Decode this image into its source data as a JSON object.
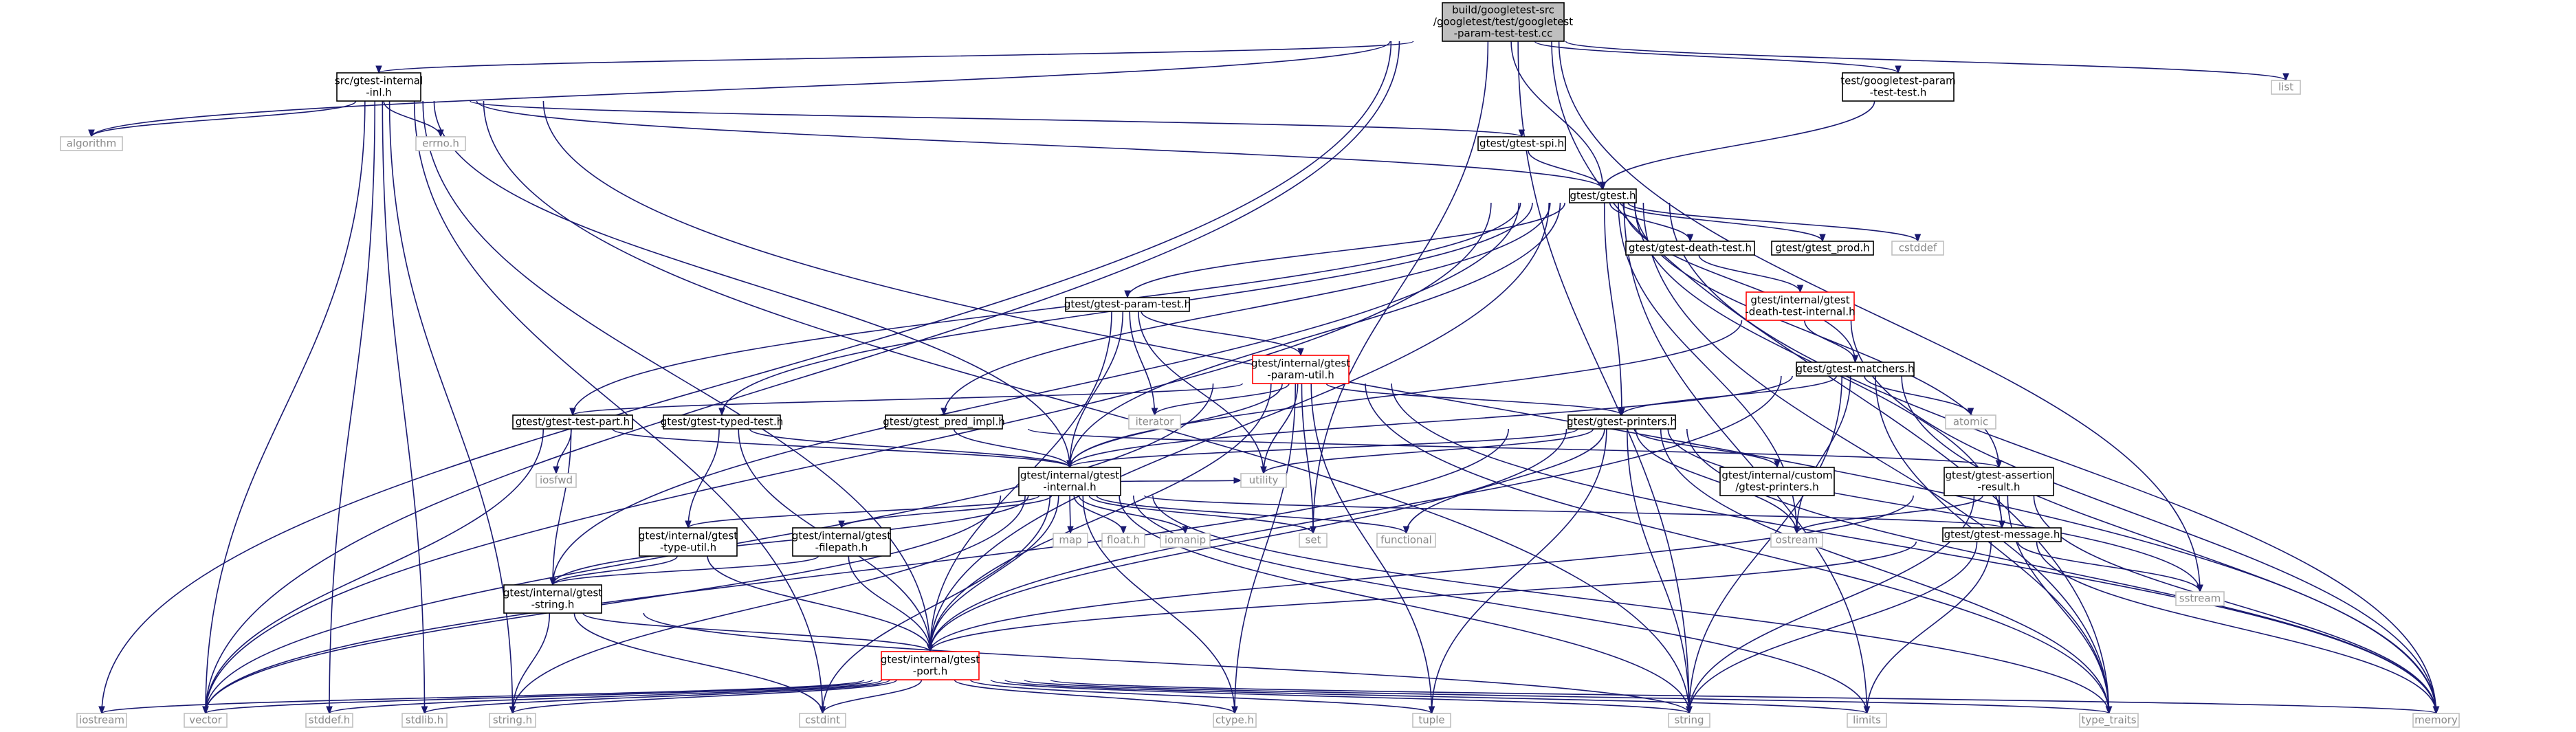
{
  "graph": {
    "colors": {
      "edge": "#191970",
      "root_fill": "#bfbfbf",
      "root_border": "#000000",
      "local_border": "#000000",
      "truncated_border": "#ff0000",
      "system_border": "#bfbfbf",
      "system_text": "#8a8a8a"
    },
    "nodes": [
      {
        "id": "root",
        "kind": "root",
        "lines": [
          "build/googletest-src",
          "/googletest/test/googletest",
          "-param-test-test.cc"
        ]
      },
      {
        "id": "inl",
        "kind": "local",
        "lines": [
          "src/gtest-internal",
          "-inl.h"
        ]
      },
      {
        "id": "ptt",
        "kind": "local",
        "lines": [
          "test/googletest-param",
          "-test-test.h"
        ]
      },
      {
        "id": "list",
        "kind": "system",
        "lines": [
          "list"
        ]
      },
      {
        "id": "algorithm",
        "kind": "system",
        "lines": [
          "algorithm"
        ]
      },
      {
        "id": "errno",
        "kind": "system",
        "lines": [
          "errno.h"
        ]
      },
      {
        "id": "spi",
        "kind": "local",
        "lines": [
          "gtest/gtest-spi.h"
        ]
      },
      {
        "id": "gtest",
        "kind": "local",
        "lines": [
          "gtest/gtest.h"
        ]
      },
      {
        "id": "deathtest",
        "kind": "local",
        "lines": [
          "gtest/gtest-death-test.h"
        ]
      },
      {
        "id": "prod",
        "kind": "local",
        "lines": [
          "gtest/gtest_prod.h"
        ]
      },
      {
        "id": "cstddef",
        "kind": "system",
        "lines": [
          "cstddef"
        ]
      },
      {
        "id": "dti",
        "kind": "truncated",
        "lines": [
          "gtest/internal/gtest",
          "-death-test-internal.h"
        ]
      },
      {
        "id": "paramtest",
        "kind": "local",
        "lines": [
          "gtest/gtest-param-test.h"
        ]
      },
      {
        "id": "matchers",
        "kind": "local",
        "lines": [
          "gtest/gtest-matchers.h"
        ]
      },
      {
        "id": "paramutil",
        "kind": "truncated",
        "lines": [
          "gtest/internal/gtest",
          "-param-util.h"
        ]
      },
      {
        "id": "iterator",
        "kind": "system",
        "lines": [
          "iterator"
        ]
      },
      {
        "id": "atomic",
        "kind": "system",
        "lines": [
          "atomic"
        ]
      },
      {
        "id": "testpart",
        "kind": "local",
        "lines": [
          "gtest/gtest-test-part.h"
        ]
      },
      {
        "id": "typedtest",
        "kind": "local",
        "lines": [
          "gtest/gtest-typed-test.h"
        ]
      },
      {
        "id": "predimpl",
        "kind": "local",
        "lines": [
          "gtest/gtest_pred_impl.h"
        ]
      },
      {
        "id": "printers",
        "kind": "local",
        "lines": [
          "gtest/gtest-printers.h"
        ]
      },
      {
        "id": "iosfwd",
        "kind": "system",
        "lines": [
          "iosfwd"
        ]
      },
      {
        "id": "internal",
        "kind": "local",
        "lines": [
          "gtest/internal/gtest",
          "-internal.h"
        ]
      },
      {
        "id": "utility",
        "kind": "system",
        "lines": [
          "utility"
        ]
      },
      {
        "id": "custom",
        "kind": "local",
        "lines": [
          "gtest/internal/custom",
          "/gtest-printers.h"
        ]
      },
      {
        "id": "assertion",
        "kind": "local",
        "lines": [
          "gtest/gtest-assertion",
          "-result.h"
        ]
      },
      {
        "id": "typeutil",
        "kind": "local",
        "lines": [
          "gtest/internal/gtest",
          "-type-util.h"
        ]
      },
      {
        "id": "filepath",
        "kind": "local",
        "lines": [
          "gtest/internal/gtest",
          "-filepath.h"
        ]
      },
      {
        "id": "map",
        "kind": "system",
        "lines": [
          "map"
        ]
      },
      {
        "id": "floath",
        "kind": "system",
        "lines": [
          "float.h"
        ]
      },
      {
        "id": "iomanip",
        "kind": "system",
        "lines": [
          "iomanip"
        ]
      },
      {
        "id": "set",
        "kind": "system",
        "lines": [
          "set"
        ]
      },
      {
        "id": "functional",
        "kind": "system",
        "lines": [
          "functional"
        ]
      },
      {
        "id": "ostream",
        "kind": "system",
        "lines": [
          "ostream"
        ]
      },
      {
        "id": "message",
        "kind": "local",
        "lines": [
          "gtest/gtest-message.h"
        ]
      },
      {
        "id": "sstream",
        "kind": "system",
        "lines": [
          "sstream"
        ]
      },
      {
        "id": "string_int",
        "kind": "local",
        "lines": [
          "gtest/internal/gtest",
          "-string.h"
        ]
      },
      {
        "id": "port",
        "kind": "truncated",
        "lines": [
          "gtest/internal/gtest",
          "-port.h"
        ]
      },
      {
        "id": "iostream",
        "kind": "system",
        "lines": [
          "iostream"
        ]
      },
      {
        "id": "vector",
        "kind": "system",
        "lines": [
          "vector"
        ]
      },
      {
        "id": "stddefh",
        "kind": "system",
        "lines": [
          "stddef.h"
        ]
      },
      {
        "id": "stdlibh",
        "kind": "system",
        "lines": [
          "stdlib.h"
        ]
      },
      {
        "id": "stringh",
        "kind": "system",
        "lines": [
          "string.h"
        ]
      },
      {
        "id": "cstdint",
        "kind": "system",
        "lines": [
          "cstdint"
        ]
      },
      {
        "id": "ctype",
        "kind": "system",
        "lines": [
          "ctype.h"
        ]
      },
      {
        "id": "tuple",
        "kind": "system",
        "lines": [
          "tuple"
        ]
      },
      {
        "id": "string",
        "kind": "system",
        "lines": [
          "string"
        ]
      },
      {
        "id": "limits",
        "kind": "system",
        "lines": [
          "limits"
        ]
      },
      {
        "id": "type_traits",
        "kind": "system",
        "lines": [
          "type_traits"
        ]
      },
      {
        "id": "memory",
        "kind": "system",
        "lines": [
          "memory"
        ]
      }
    ],
    "edges": [
      [
        "root",
        "inl"
      ],
      [
        "root",
        "ptt"
      ],
      [
        "root",
        "list"
      ],
      [
        "root",
        "algorithm"
      ],
      [
        "root",
        "gtest"
      ],
      [
        "root",
        "set"
      ],
      [
        "root",
        "sstream"
      ],
      [
        "root",
        "vector"
      ],
      [
        "root",
        "iostream"
      ],
      [
        "root",
        "string"
      ],
      [
        "root",
        "type_traits"
      ],
      [
        "inl",
        "algorithm"
      ],
      [
        "inl",
        "errno"
      ],
      [
        "inl",
        "spi"
      ],
      [
        "inl",
        "gtest"
      ],
      [
        "inl",
        "memory"
      ],
      [
        "inl",
        "string"
      ],
      [
        "inl",
        "vector"
      ],
      [
        "inl",
        "stddefh"
      ],
      [
        "inl",
        "stdlibh"
      ],
      [
        "inl",
        "stringh"
      ],
      [
        "inl",
        "cstdint"
      ],
      [
        "inl",
        "internal"
      ],
      [
        "inl",
        "port"
      ],
      [
        "ptt",
        "gtest"
      ],
      [
        "spi",
        "gtest"
      ],
      [
        "gtest",
        "cstddef"
      ],
      [
        "gtest",
        "deathtest"
      ],
      [
        "gtest",
        "prod"
      ],
      [
        "gtest",
        "paramtest"
      ],
      [
        "gtest",
        "matchers"
      ],
      [
        "gtest",
        "testpart"
      ],
      [
        "gtest",
        "typedtest"
      ],
      [
        "gtest",
        "predimpl"
      ],
      [
        "gtest",
        "printers"
      ],
      [
        "gtest",
        "internal"
      ],
      [
        "gtest",
        "assertion"
      ],
      [
        "gtest",
        "message"
      ],
      [
        "gtest",
        "string_int"
      ],
      [
        "gtest",
        "port"
      ],
      [
        "gtest",
        "vector"
      ],
      [
        "gtest",
        "memory"
      ],
      [
        "gtest",
        "limits"
      ],
      [
        "gtest",
        "ostream"
      ],
      [
        "gtest",
        "type_traits"
      ],
      [
        "deathtest",
        "dti"
      ],
      [
        "dti",
        "matchers"
      ],
      [
        "dti",
        "internal"
      ],
      [
        "dti",
        "memory"
      ],
      [
        "paramtest",
        "paramutil"
      ],
      [
        "paramtest",
        "iterator"
      ],
      [
        "paramtest",
        "utility"
      ],
      [
        "paramtest",
        "internal"
      ],
      [
        "paramtest",
        "port"
      ],
      [
        "matchers",
        "printers"
      ],
      [
        "matchers",
        "internal"
      ],
      [
        "matchers",
        "port"
      ],
      [
        "matchers",
        "atomic"
      ],
      [
        "matchers",
        "memory"
      ],
      [
        "matchers",
        "ostream"
      ],
      [
        "matchers",
        "string"
      ],
      [
        "matchers",
        "type_traits"
      ],
      [
        "paramutil",
        "iterator"
      ],
      [
        "paramutil",
        "printers"
      ],
      [
        "paramutil",
        "testpart"
      ],
      [
        "paramutil",
        "internal"
      ],
      [
        "paramutil",
        "port"
      ],
      [
        "paramutil",
        "utility"
      ],
      [
        "paramutil",
        "set"
      ],
      [
        "paramutil",
        "memory"
      ],
      [
        "paramutil",
        "tuple"
      ],
      [
        "paramutil",
        "vector"
      ],
      [
        "paramutil",
        "ctype"
      ],
      [
        "paramutil",
        "type_traits"
      ],
      [
        "testpart",
        "iosfwd"
      ],
      [
        "testpart",
        "internal"
      ],
      [
        "testpart",
        "string_int"
      ],
      [
        "testpart",
        "vector"
      ],
      [
        "typedtest",
        "internal"
      ],
      [
        "typedtest",
        "port"
      ],
      [
        "typedtest",
        "typeutil"
      ],
      [
        "predimpl",
        "internal"
      ],
      [
        "predimpl",
        "assertion"
      ],
      [
        "printers",
        "internal"
      ],
      [
        "printers",
        "port"
      ],
      [
        "printers",
        "custom"
      ],
      [
        "printers",
        "utility"
      ],
      [
        "printers",
        "functional"
      ],
      [
        "printers",
        "memory"
      ],
      [
        "printers",
        "ostream"
      ],
      [
        "printers",
        "sstream"
      ],
      [
        "printers",
        "string"
      ],
      [
        "printers",
        "tuple"
      ],
      [
        "printers",
        "type_traits"
      ],
      [
        "printers",
        "vector"
      ],
      [
        "internal",
        "typeutil"
      ],
      [
        "internal",
        "filepath"
      ],
      [
        "internal",
        "string_int"
      ],
      [
        "internal",
        "port"
      ],
      [
        "internal",
        "message"
      ],
      [
        "internal",
        "map"
      ],
      [
        "internal",
        "floath"
      ],
      [
        "internal",
        "iomanip"
      ],
      [
        "internal",
        "set"
      ],
      [
        "internal",
        "functional"
      ],
      [
        "internal",
        "limits"
      ],
      [
        "internal",
        "string"
      ],
      [
        "internal",
        "type_traits"
      ],
      [
        "internal",
        "vector"
      ],
      [
        "internal",
        "stringh"
      ],
      [
        "internal",
        "ctype"
      ],
      [
        "internal",
        "cstdint"
      ],
      [
        "internal",
        "utility"
      ],
      [
        "assertion",
        "message"
      ],
      [
        "assertion",
        "port"
      ],
      [
        "assertion",
        "ostream"
      ],
      [
        "assertion",
        "string"
      ],
      [
        "assertion",
        "memory"
      ],
      [
        "assertion",
        "type_traits"
      ],
      [
        "typeutil",
        "string_int"
      ],
      [
        "typeutil",
        "port"
      ],
      [
        "filepath",
        "string_int"
      ],
      [
        "filepath",
        "port"
      ],
      [
        "message",
        "port"
      ],
      [
        "message",
        "sstream"
      ],
      [
        "message",
        "limits"
      ],
      [
        "message",
        "memory"
      ],
      [
        "message",
        "string"
      ],
      [
        "string_int",
        "port"
      ],
      [
        "string_int",
        "stringh"
      ],
      [
        "string_int",
        "cstdint"
      ],
      [
        "string_int",
        "string"
      ],
      [
        "port",
        "iostream"
      ],
      [
        "port",
        "vector"
      ],
      [
        "port",
        "stddefh"
      ],
      [
        "port",
        "stdlibh"
      ],
      [
        "port",
        "stringh"
      ],
      [
        "port",
        "cstdint"
      ],
      [
        "port",
        "ctype"
      ],
      [
        "port",
        "tuple"
      ],
      [
        "port",
        "string"
      ],
      [
        "port",
        "limits"
      ],
      [
        "port",
        "type_traits"
      ],
      [
        "port",
        "memory"
      ]
    ]
  }
}
